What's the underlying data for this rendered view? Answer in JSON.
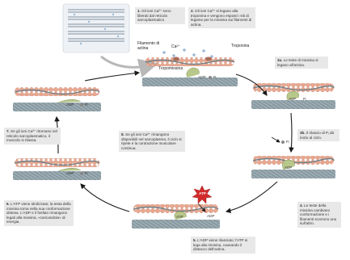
{
  "steps": [
    {
      "id": "s1",
      "num": "1.",
      "text": "Gli ioni Ca²⁺ sono liberati dal reticolo sarcoplasmatico"
    },
    {
      "id": "s2",
      "num": "2.",
      "text": "Gli ioni Ca²⁺ si legano alla troponina e vengono esposti i siti di legame per la miosina sui filamenti di actina."
    },
    {
      "id": "s3a",
      "num": "3a.",
      "text": "Le teste di miosina si legano all'actina."
    },
    {
      "id": "s3b",
      "num": "3b.",
      "text": "Il rilascio di Pᵢ dà inizio al ciclo."
    },
    {
      "id": "s4",
      "num": "4.",
      "text": "Le teste della miosina cambiano conformazione e i filamenti scorrono uno sull'altro."
    },
    {
      "id": "s5",
      "num": "5.",
      "text": "L'ADP viene rilasciato; l'ATP si lega alla miosina, causando il distacco dell'actina."
    },
    {
      "id": "s6",
      "num": "6.",
      "text": "L'ATP viene idrolizzato; la testa della miosina torna nella sua conformazione distesa. L'ADP e il fosfato rimangono legati alla miosina, «caricandola» di energia."
    },
    {
      "id": "s7",
      "num": "7.",
      "text": "Se gli ioni Ca²⁺ ritornano nel reticolo sarcoplasmatico, il muscolo si rilassa."
    },
    {
      "id": "s8",
      "num": "8.",
      "text": "Se gli ioni Ca²⁺ rimangono disponibili nel sarcoplasma, il ciclo si ripete e la contrazione muscolare continua."
    }
  ],
  "labels": {
    "actin": "Filamento di actina",
    "tropomyosin": "Tropomiosina",
    "troponin": "Troponina",
    "ca_ion": "Ca²⁺",
    "adp": "ADP",
    "pi": "Pᵢ",
    "atp": "ATP"
  },
  "colors": {
    "caption_bg": "#e8e8e8",
    "actin": "#e8a890",
    "actin_dark": "#c97b62",
    "myosin": "#8fa0a8",
    "myosin_head": "#b8c88a",
    "tropomyosin": "#6e7f86",
    "calcium": "#9ab8d8",
    "arrow": "#1a1a1a",
    "atp_star": "#d22a2a"
  }
}
